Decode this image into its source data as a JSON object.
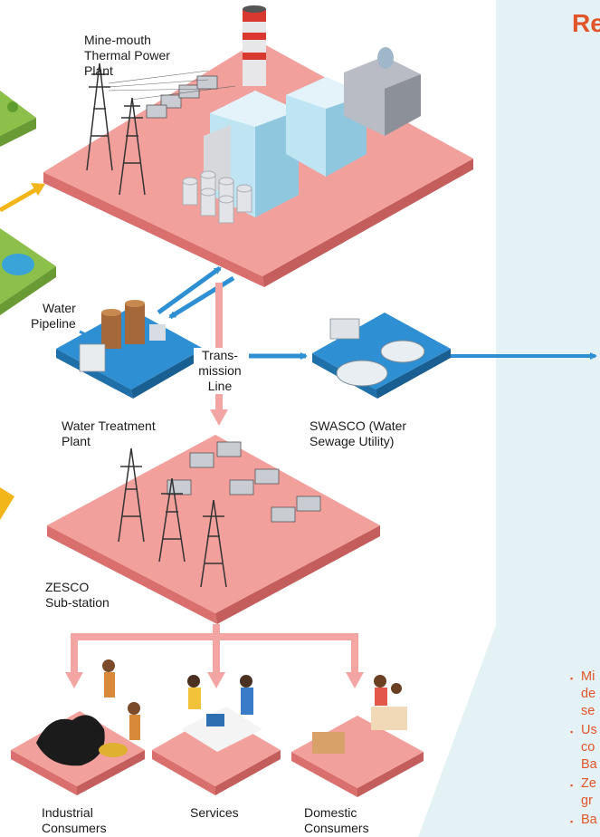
{
  "labels": {
    "power_plant": "Mine-mouth\nThermal Power\nPlant",
    "water_pipeline": "Water\nPipeline",
    "transmission_line": "Trans-\nmission\nLine",
    "swasco": "SWASCO (Water\nSewage Utility)",
    "water_treatment": "Water Treatment\nPlant",
    "substation": "ZESCO\nSub-station",
    "industrial": "Industrial\nConsumers",
    "services": "Services",
    "domestic": "Domestic\nConsumers"
  },
  "right_panel": {
    "title_fragment": "Re",
    "bullets": [
      {
        "marker": "▪",
        "lines": [
          "Mi",
          "de",
          "se"
        ]
      },
      {
        "marker": "▪",
        "lines": [
          "Us",
          "co",
          "Ba"
        ]
      },
      {
        "marker": "▪",
        "lines": [
          "Ze",
          "gr"
        ]
      },
      {
        "marker": "▪",
        "lines": [
          "Ba"
        ]
      }
    ]
  },
  "colors": {
    "platform_pink": "#f2a09c",
    "platform_side": "#d9706e",
    "water_blue": "#2f8fd3",
    "accent_orange": "#e2542a",
    "panel_bg": "#e5f2f5",
    "arrow_pink": "#f3a5a3"
  }
}
